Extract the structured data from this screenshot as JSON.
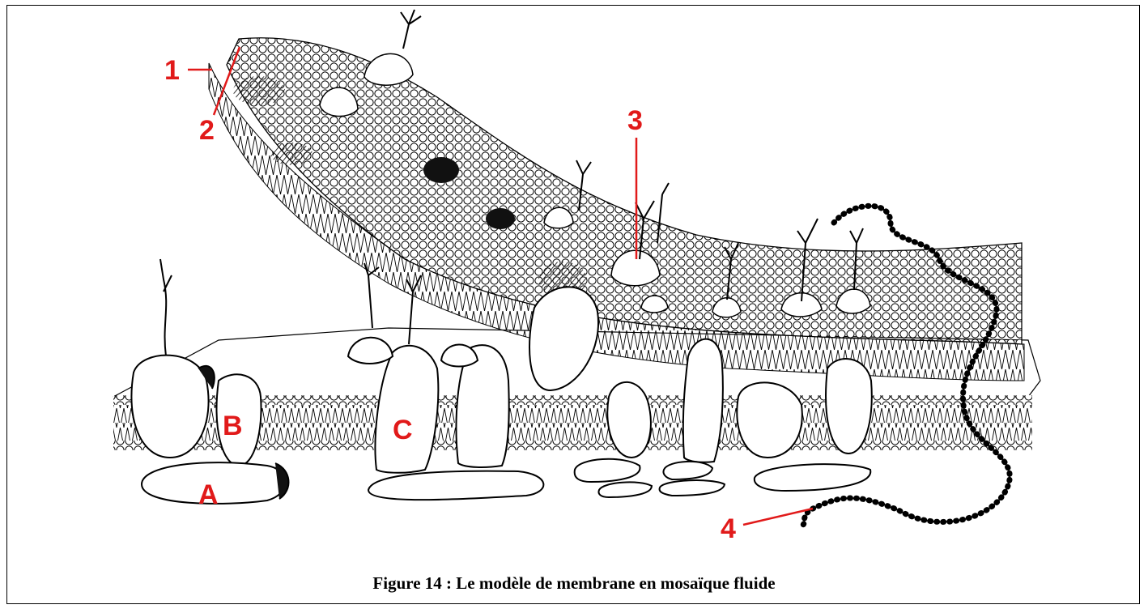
{
  "caption": "Figure 14 : Le modèle de membrane en mosaïque fluide",
  "labels": {
    "n1": "1",
    "n2": "2",
    "n3": "3",
    "n4": "4",
    "A": "A",
    "B": "B",
    "C": "C"
  },
  "colors": {
    "label": "#e11a1a",
    "ink": "#000000",
    "background": "#ffffff"
  }
}
